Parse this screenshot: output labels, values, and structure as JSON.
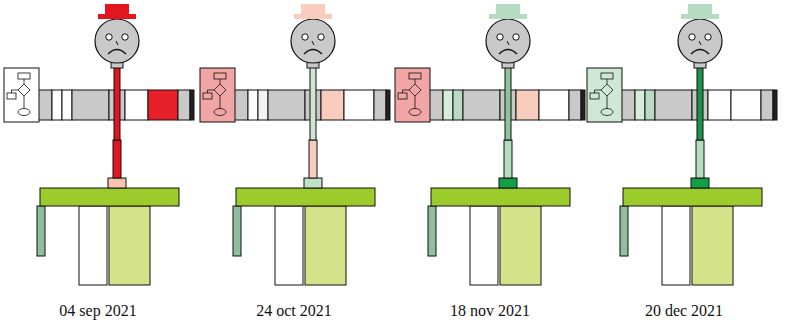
{
  "diagram": {
    "labels": [
      "04 sep 2021",
      "24 oct 2021",
      "18 nov 2021",
      "20 dec 2021"
    ]
  }
}
